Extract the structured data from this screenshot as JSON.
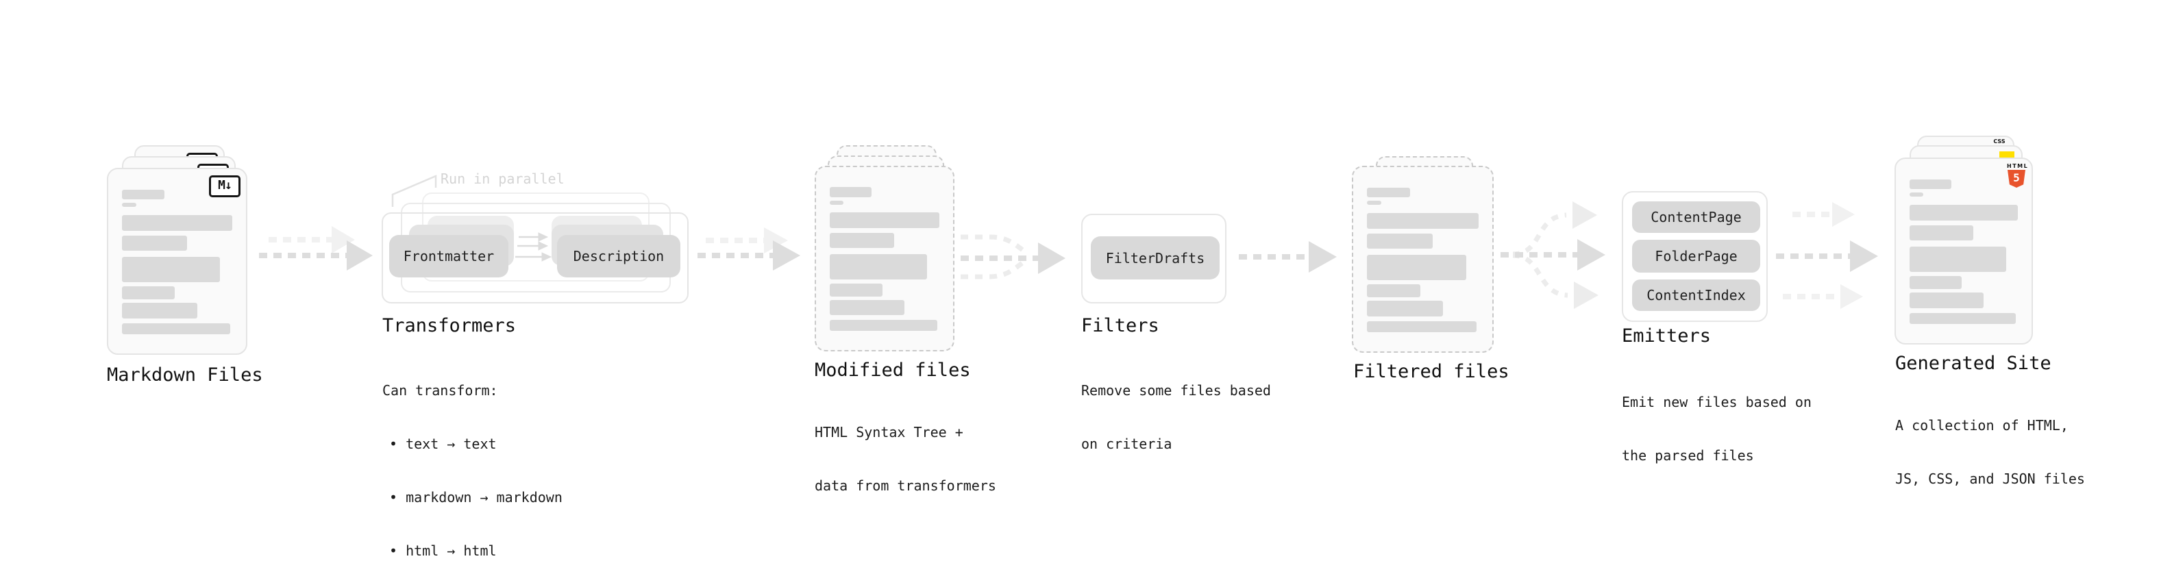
{
  "stages": {
    "markdown_files": {
      "label": "Markdown Files",
      "badge": "M↓"
    },
    "transformers": {
      "label": "Transformers",
      "note": "Run in parallel",
      "pill_left": "Frontmatter",
      "pill_right": "Description",
      "lines": [
        "Can transform:",
        "• text → text",
        "• markdown → markdown",
        "• html → html"
      ]
    },
    "modified_files": {
      "label": "Modified files",
      "lines": [
        "HTML Syntax Tree +",
        "data from transformers"
      ]
    },
    "filters": {
      "label": "Filters",
      "pill": "FilterDrafts",
      "lines": [
        "Remove some files based",
        "on criteria"
      ]
    },
    "filtered_files": {
      "label": "Filtered files"
    },
    "emitters": {
      "label": "Emitters",
      "pills": [
        "ContentPage",
        "FolderPage",
        "ContentIndex"
      ],
      "lines": [
        "Emit new files based on",
        "the parsed files"
      ]
    },
    "generated_site": {
      "label": "Generated Site",
      "badge_html_word": "HTML",
      "badge_html_number": "5",
      "badge_css": "CSS",
      "lines": [
        "A collection of HTML,",
        "JS, CSS, and JSON files"
      ]
    }
  },
  "colors": {
    "arrow_dark": "#dddddd",
    "arrow_light": "#f1f1f1",
    "html5_orange": "#e8532c",
    "js_yellow": "#ffdf00",
    "css_blue": "#2761e6"
  }
}
